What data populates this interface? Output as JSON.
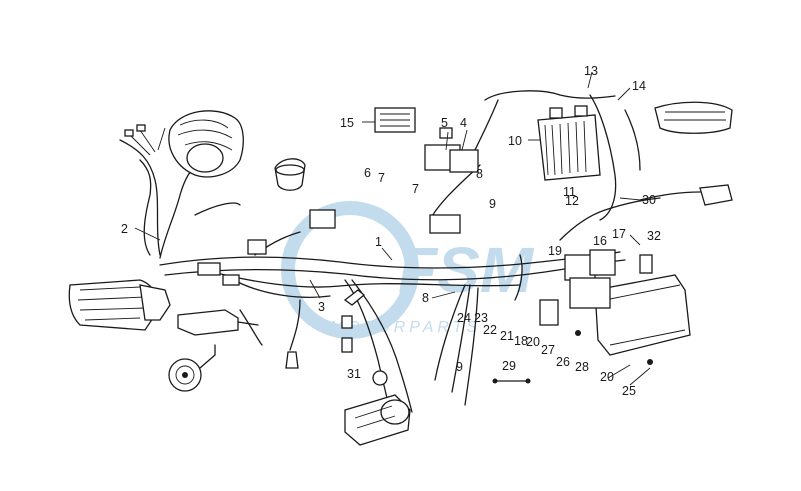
{
  "watermark": {
    "brand": "FSM",
    "subtitle": "MOTORPARTS",
    "color": "#b9d6ea"
  },
  "callouts": [
    {
      "id": "c1",
      "label": "1"
    },
    {
      "id": "c2",
      "label": "2"
    },
    {
      "id": "c3",
      "label": "3"
    },
    {
      "id": "c4",
      "label": "4"
    },
    {
      "id": "c5",
      "label": "5"
    },
    {
      "id": "c6",
      "label": "6"
    },
    {
      "id": "c7a",
      "label": "7"
    },
    {
      "id": "c7b",
      "label": "7"
    },
    {
      "id": "c8a",
      "label": "8"
    },
    {
      "id": "c8b",
      "label": "8"
    },
    {
      "id": "c9a",
      "label": "9"
    },
    {
      "id": "c9b",
      "label": "9"
    },
    {
      "id": "c10",
      "label": "10"
    },
    {
      "id": "c11",
      "label": "11"
    },
    {
      "id": "c12",
      "label": "12"
    },
    {
      "id": "c13",
      "label": "13"
    },
    {
      "id": "c14",
      "label": "14"
    },
    {
      "id": "c15",
      "label": "15"
    },
    {
      "id": "c16",
      "label": "16"
    },
    {
      "id": "c17",
      "label": "17"
    },
    {
      "id": "c18",
      "label": "18"
    },
    {
      "id": "c19",
      "label": "19"
    },
    {
      "id": "c20a",
      "label": "20"
    },
    {
      "id": "c20b",
      "label": "20"
    },
    {
      "id": "c21",
      "label": "21"
    },
    {
      "id": "c22",
      "label": "22"
    },
    {
      "id": "c23",
      "label": "23"
    },
    {
      "id": "c24",
      "label": "24"
    },
    {
      "id": "c25",
      "label": "25"
    },
    {
      "id": "c26",
      "label": "26"
    },
    {
      "id": "c27",
      "label": "27"
    },
    {
      "id": "c28",
      "label": "28"
    },
    {
      "id": "c29",
      "label": "29"
    },
    {
      "id": "c30",
      "label": "30"
    },
    {
      "id": "c31",
      "label": "31"
    },
    {
      "id": "c32",
      "label": "32"
    }
  ]
}
